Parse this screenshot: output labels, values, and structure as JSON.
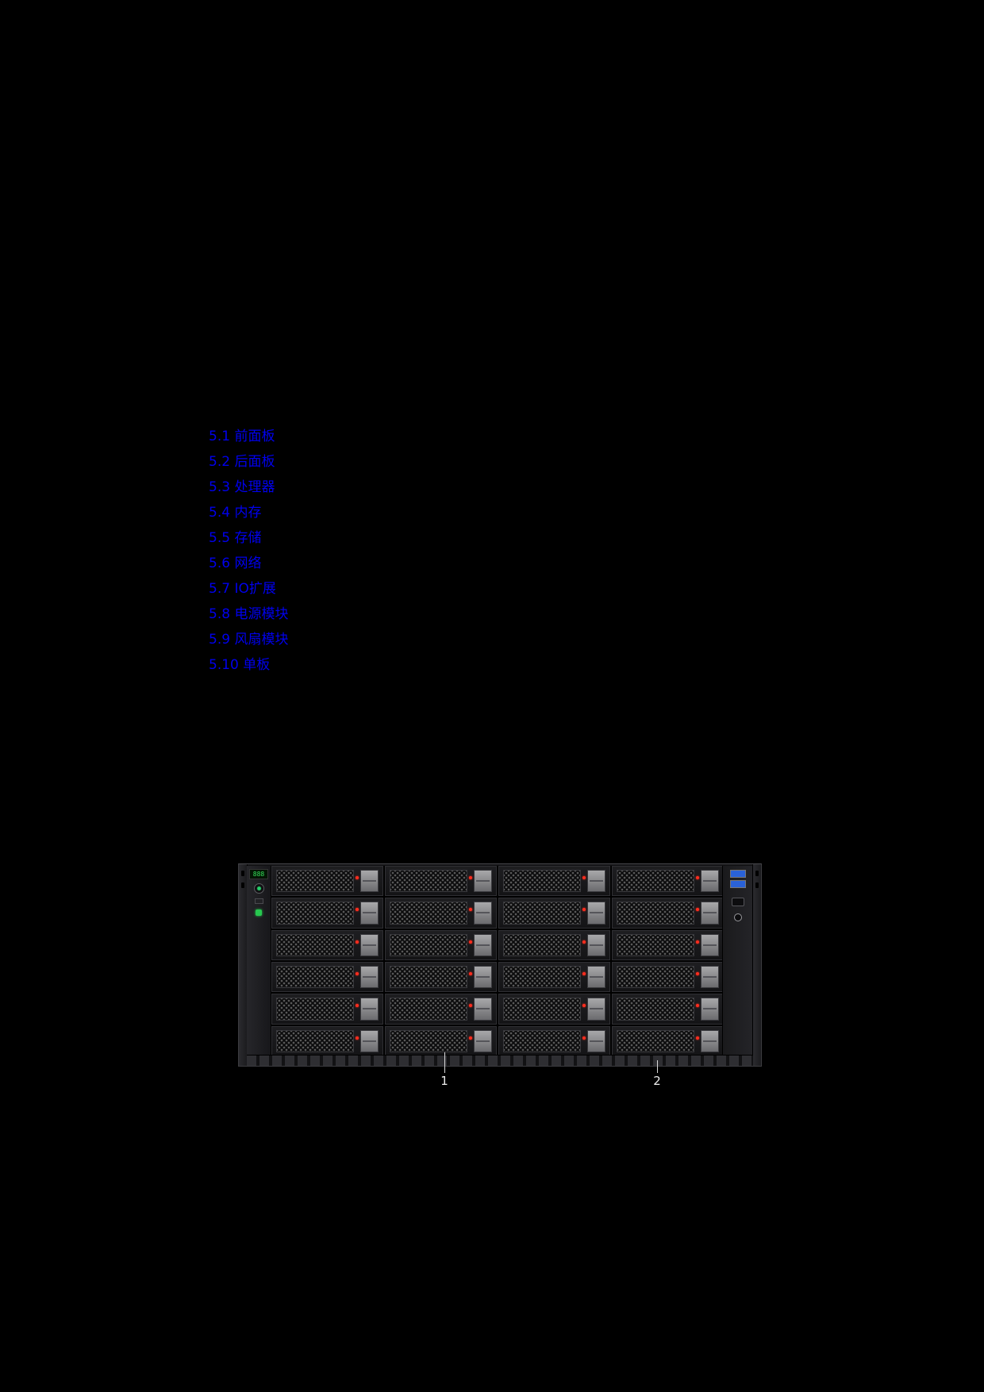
{
  "page": {
    "background": "#000000"
  },
  "toc": {
    "link_color": "#0000EE",
    "links": [
      {
        "label": "5.1 前面板"
      },
      {
        "label": "5.2 后面板"
      },
      {
        "label": "5.3 处理器"
      },
      {
        "label": "5.4 内存"
      },
      {
        "label": "5.5 存储"
      },
      {
        "label": "5.6 网络"
      },
      {
        "label": "5.7 IO扩展"
      },
      {
        "label": "5.8 电源模块"
      },
      {
        "label": "5.9 风扇模块"
      },
      {
        "label": "5.10 单板"
      }
    ]
  },
  "figure": {
    "control_panel": {
      "display_value": "888"
    },
    "drive_bays": {
      "rows": 6,
      "columns": 4
    },
    "callouts": [
      {
        "label": "1"
      },
      {
        "label": "2"
      }
    ]
  }
}
